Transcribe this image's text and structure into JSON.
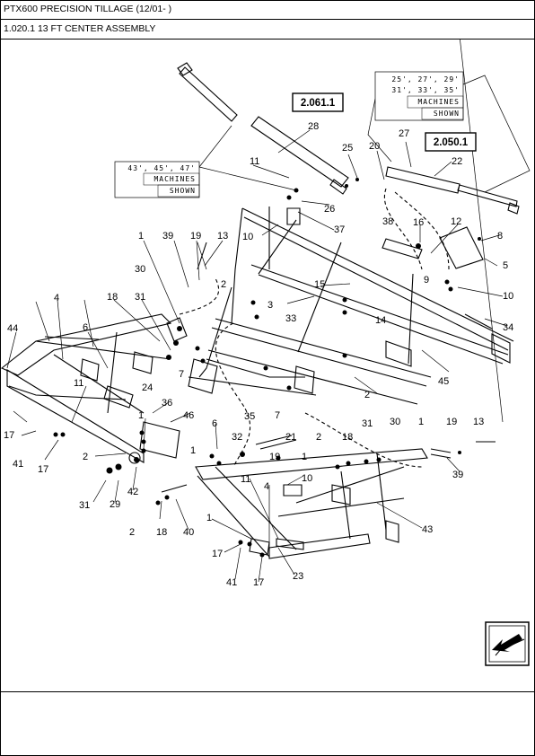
{
  "header": {
    "title": "PTX600 PRECISION TILLAGE (12/01- )",
    "subtitle": "1.020.1 13 FT CENTER ASSEMBLY"
  },
  "references": [
    "2.061.1",
    "2.050.1"
  ],
  "notes": {
    "left": [
      "43', 45', 47'",
      "MACHINES",
      "SHOWN"
    ],
    "right": [
      "25', 27', 29'",
      "31', 33', 35'",
      "MACHINES",
      "SHOWN"
    ]
  },
  "callouts": [
    "28",
    "25",
    "20",
    "27",
    "22",
    "11",
    "26",
    "37",
    "38",
    "16",
    "12",
    "8",
    "5",
    "10",
    "39",
    "19",
    "13",
    "1",
    "30",
    "2",
    "3",
    "15",
    "9",
    "33",
    "14",
    "34",
    "10",
    "31",
    "18",
    "44",
    "4",
    "6",
    "7",
    "24",
    "45",
    "2",
    "36",
    "46",
    "11",
    "1",
    "35",
    "7",
    "6",
    "21",
    "32",
    "19",
    "1",
    "17",
    "41",
    "17",
    "31",
    "29",
    "42",
    "2",
    "18",
    "40",
    "11",
    "4",
    "10",
    "31",
    "30",
    "1",
    "19",
    "13",
    "18",
    "39",
    "1",
    "43",
    "2",
    "17",
    "23",
    "41",
    "17",
    "1",
    "2"
  ],
  "nav_icon": "next-page-arrow-icon"
}
